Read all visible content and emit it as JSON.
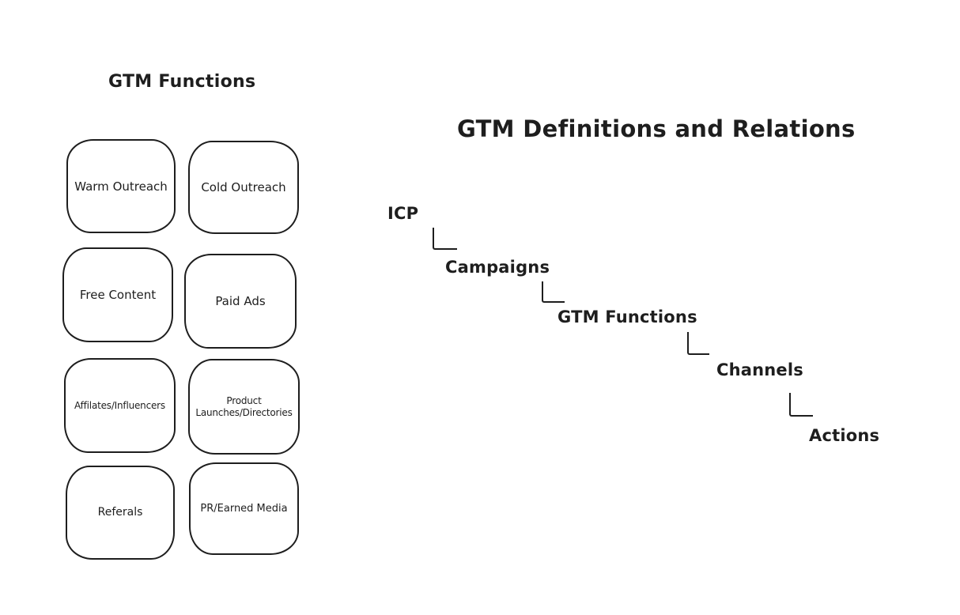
{
  "canvas": {
    "background": "#ffffff",
    "stroke_color": "#1e1e1e"
  },
  "functions_panel": {
    "title": "GTM Functions",
    "boxes": [
      {
        "label": "Warm Outreach"
      },
      {
        "label": "Cold Outreach"
      },
      {
        "label": "Free Content"
      },
      {
        "label": "Paid Ads"
      },
      {
        "label": "Affilates/Influencers"
      },
      {
        "label": "Product Launches/Directories"
      },
      {
        "label": "Referals"
      },
      {
        "label": "PR/Earned Media"
      }
    ]
  },
  "relations_panel": {
    "title": "GTM Definitions and Relations",
    "hierarchy": [
      {
        "label": "ICP"
      },
      {
        "label": "Campaigns"
      },
      {
        "label": "GTM Functions"
      },
      {
        "label": "Channels"
      },
      {
        "label": "Actions"
      }
    ]
  }
}
